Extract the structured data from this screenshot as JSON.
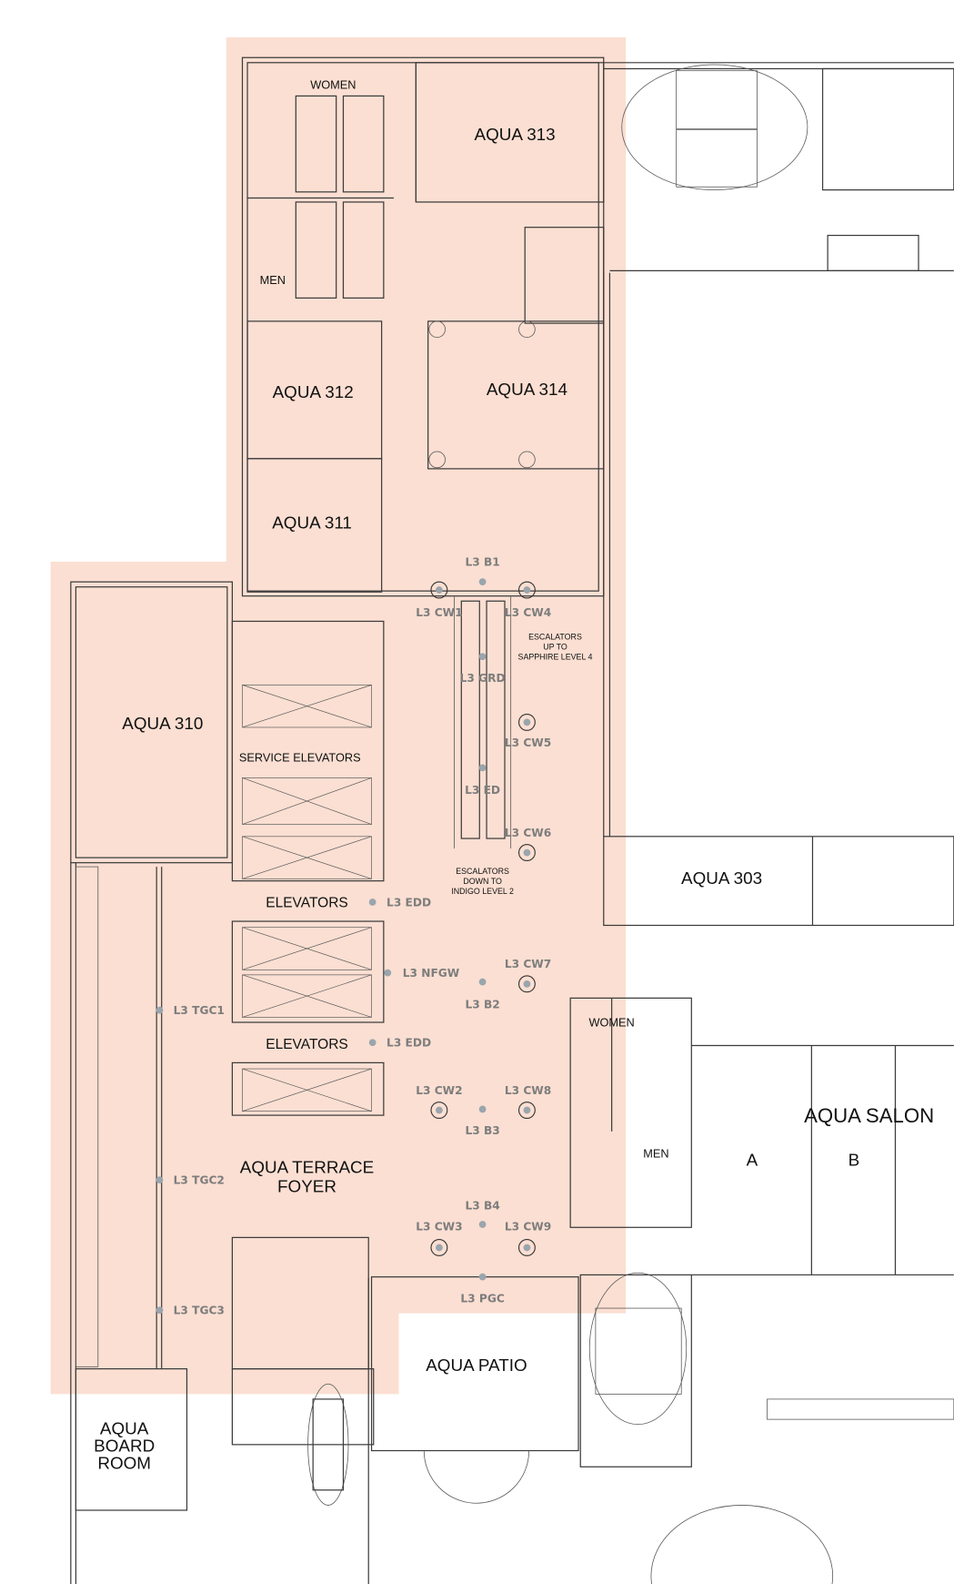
{
  "colors": {
    "highlight": "#fbdfd2",
    "marker": "#9aa5ad",
    "marker_text": "#7d7d7d",
    "wall": "#3a3a3a"
  },
  "rooms": {
    "women_upper": "WOMEN",
    "aqua_313": "AQUA 313",
    "men_upper": "MEN",
    "aqua_312": "AQUA 312",
    "aqua_314": "AQUA 314",
    "aqua_311": "AQUA 311",
    "aqua_310": "AQUA 310",
    "service_elevators": "SERVICE ELEVATORS",
    "elevators_1": "ELEVATORS",
    "elevators_2": "ELEVATORS",
    "foyer_line1": "AQUA TERRACE",
    "foyer_line2": "FOYER",
    "aqua_303": "AQUA 303",
    "women_lower": "WOMEN",
    "men_lower": "MEN",
    "aqua_salon": "AQUA SALON",
    "salon_a": "A",
    "salon_b": "B",
    "aqua_patio": "AQUA PATIO",
    "board_line1": "AQUA",
    "board_line2": "BOARD",
    "board_line3": "ROOM"
  },
  "notes": {
    "esc_up": [
      "ESCALATORS",
      "UP TO",
      "SAPPHIRE LEVEL 4"
    ],
    "esc_down": [
      "ESCALATORS",
      "DOWN TO",
      "INDIGO LEVEL 2"
    ]
  },
  "markers": [
    {
      "label": "L3 B1",
      "icon": "dot"
    },
    {
      "label": "L3 CW1",
      "icon": "ring"
    },
    {
      "label": "L3 CW4",
      "icon": "ring"
    },
    {
      "label": "L3 GRD",
      "icon": "dot"
    },
    {
      "label": "L3 CW5",
      "icon": "ring"
    },
    {
      "label": "L3 ED",
      "icon": "dot"
    },
    {
      "label": "L3 CW6",
      "icon": "ring"
    },
    {
      "label": "L3 EDD",
      "icon": "dot"
    },
    {
      "label": "L3 NFGW",
      "icon": "dot"
    },
    {
      "label": "L3 CW7",
      "icon": "ring"
    },
    {
      "label": "L3 B2",
      "icon": "dot"
    },
    {
      "label": "L3 TGC1",
      "icon": "dot"
    },
    {
      "label": "L3 EDD",
      "icon": "dot"
    },
    {
      "label": "L3 CW2",
      "icon": "ring"
    },
    {
      "label": "L3 CW8",
      "icon": "ring"
    },
    {
      "label": "L3 B3",
      "icon": "dot"
    },
    {
      "label": "L3 TGC2",
      "icon": "dot"
    },
    {
      "label": "L3 B4",
      "icon": "dot"
    },
    {
      "label": "L3 CW3",
      "icon": "ring"
    },
    {
      "label": "L3 CW9",
      "icon": "ring"
    },
    {
      "label": "L3 PGC",
      "icon": "dot"
    },
    {
      "label": "L3 TGC3",
      "icon": "dot"
    }
  ]
}
